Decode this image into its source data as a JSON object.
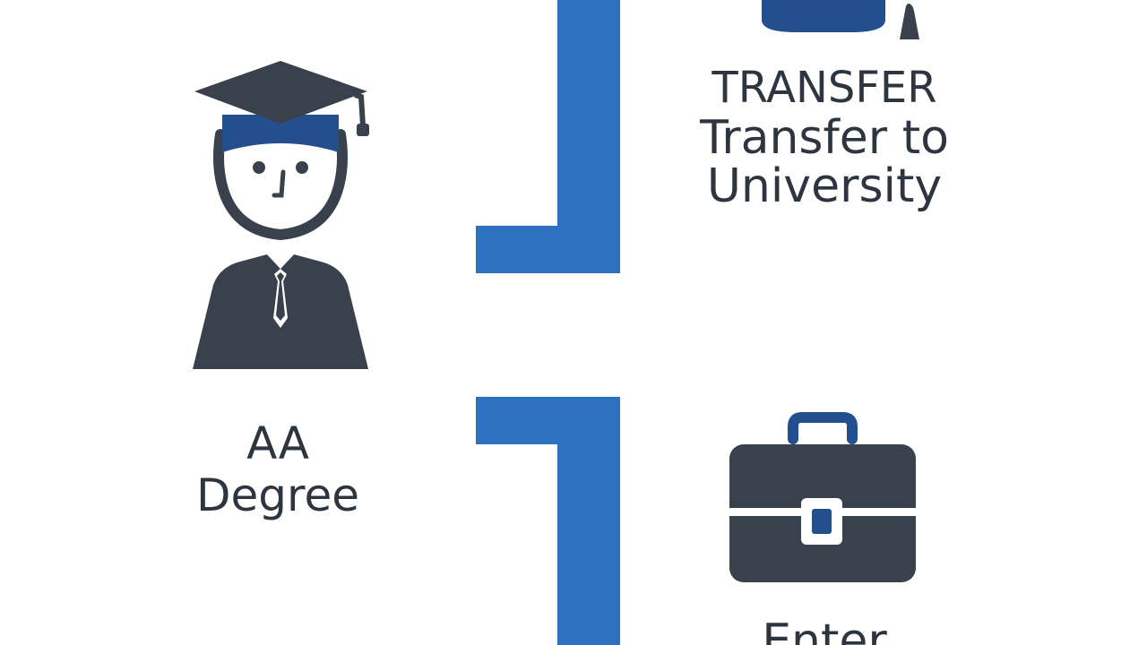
{
  "colors": {
    "accent_blue": "#2c72c0",
    "icon_dark": "#39424c",
    "cap_band": "#234f8e",
    "background": "#ffffff"
  },
  "icons": {
    "graduate": "graduate-person-icon",
    "transfer": "transfer-university-icon",
    "career": "briefcase-icon"
  },
  "steps": {
    "aa_degree": {
      "line1": "AA",
      "line2": "Degree"
    },
    "transfer": {
      "line1": "TRANSFER",
      "line2": "Transfer to",
      "line3": "University"
    },
    "enter": {
      "line1": "Enter"
    }
  }
}
